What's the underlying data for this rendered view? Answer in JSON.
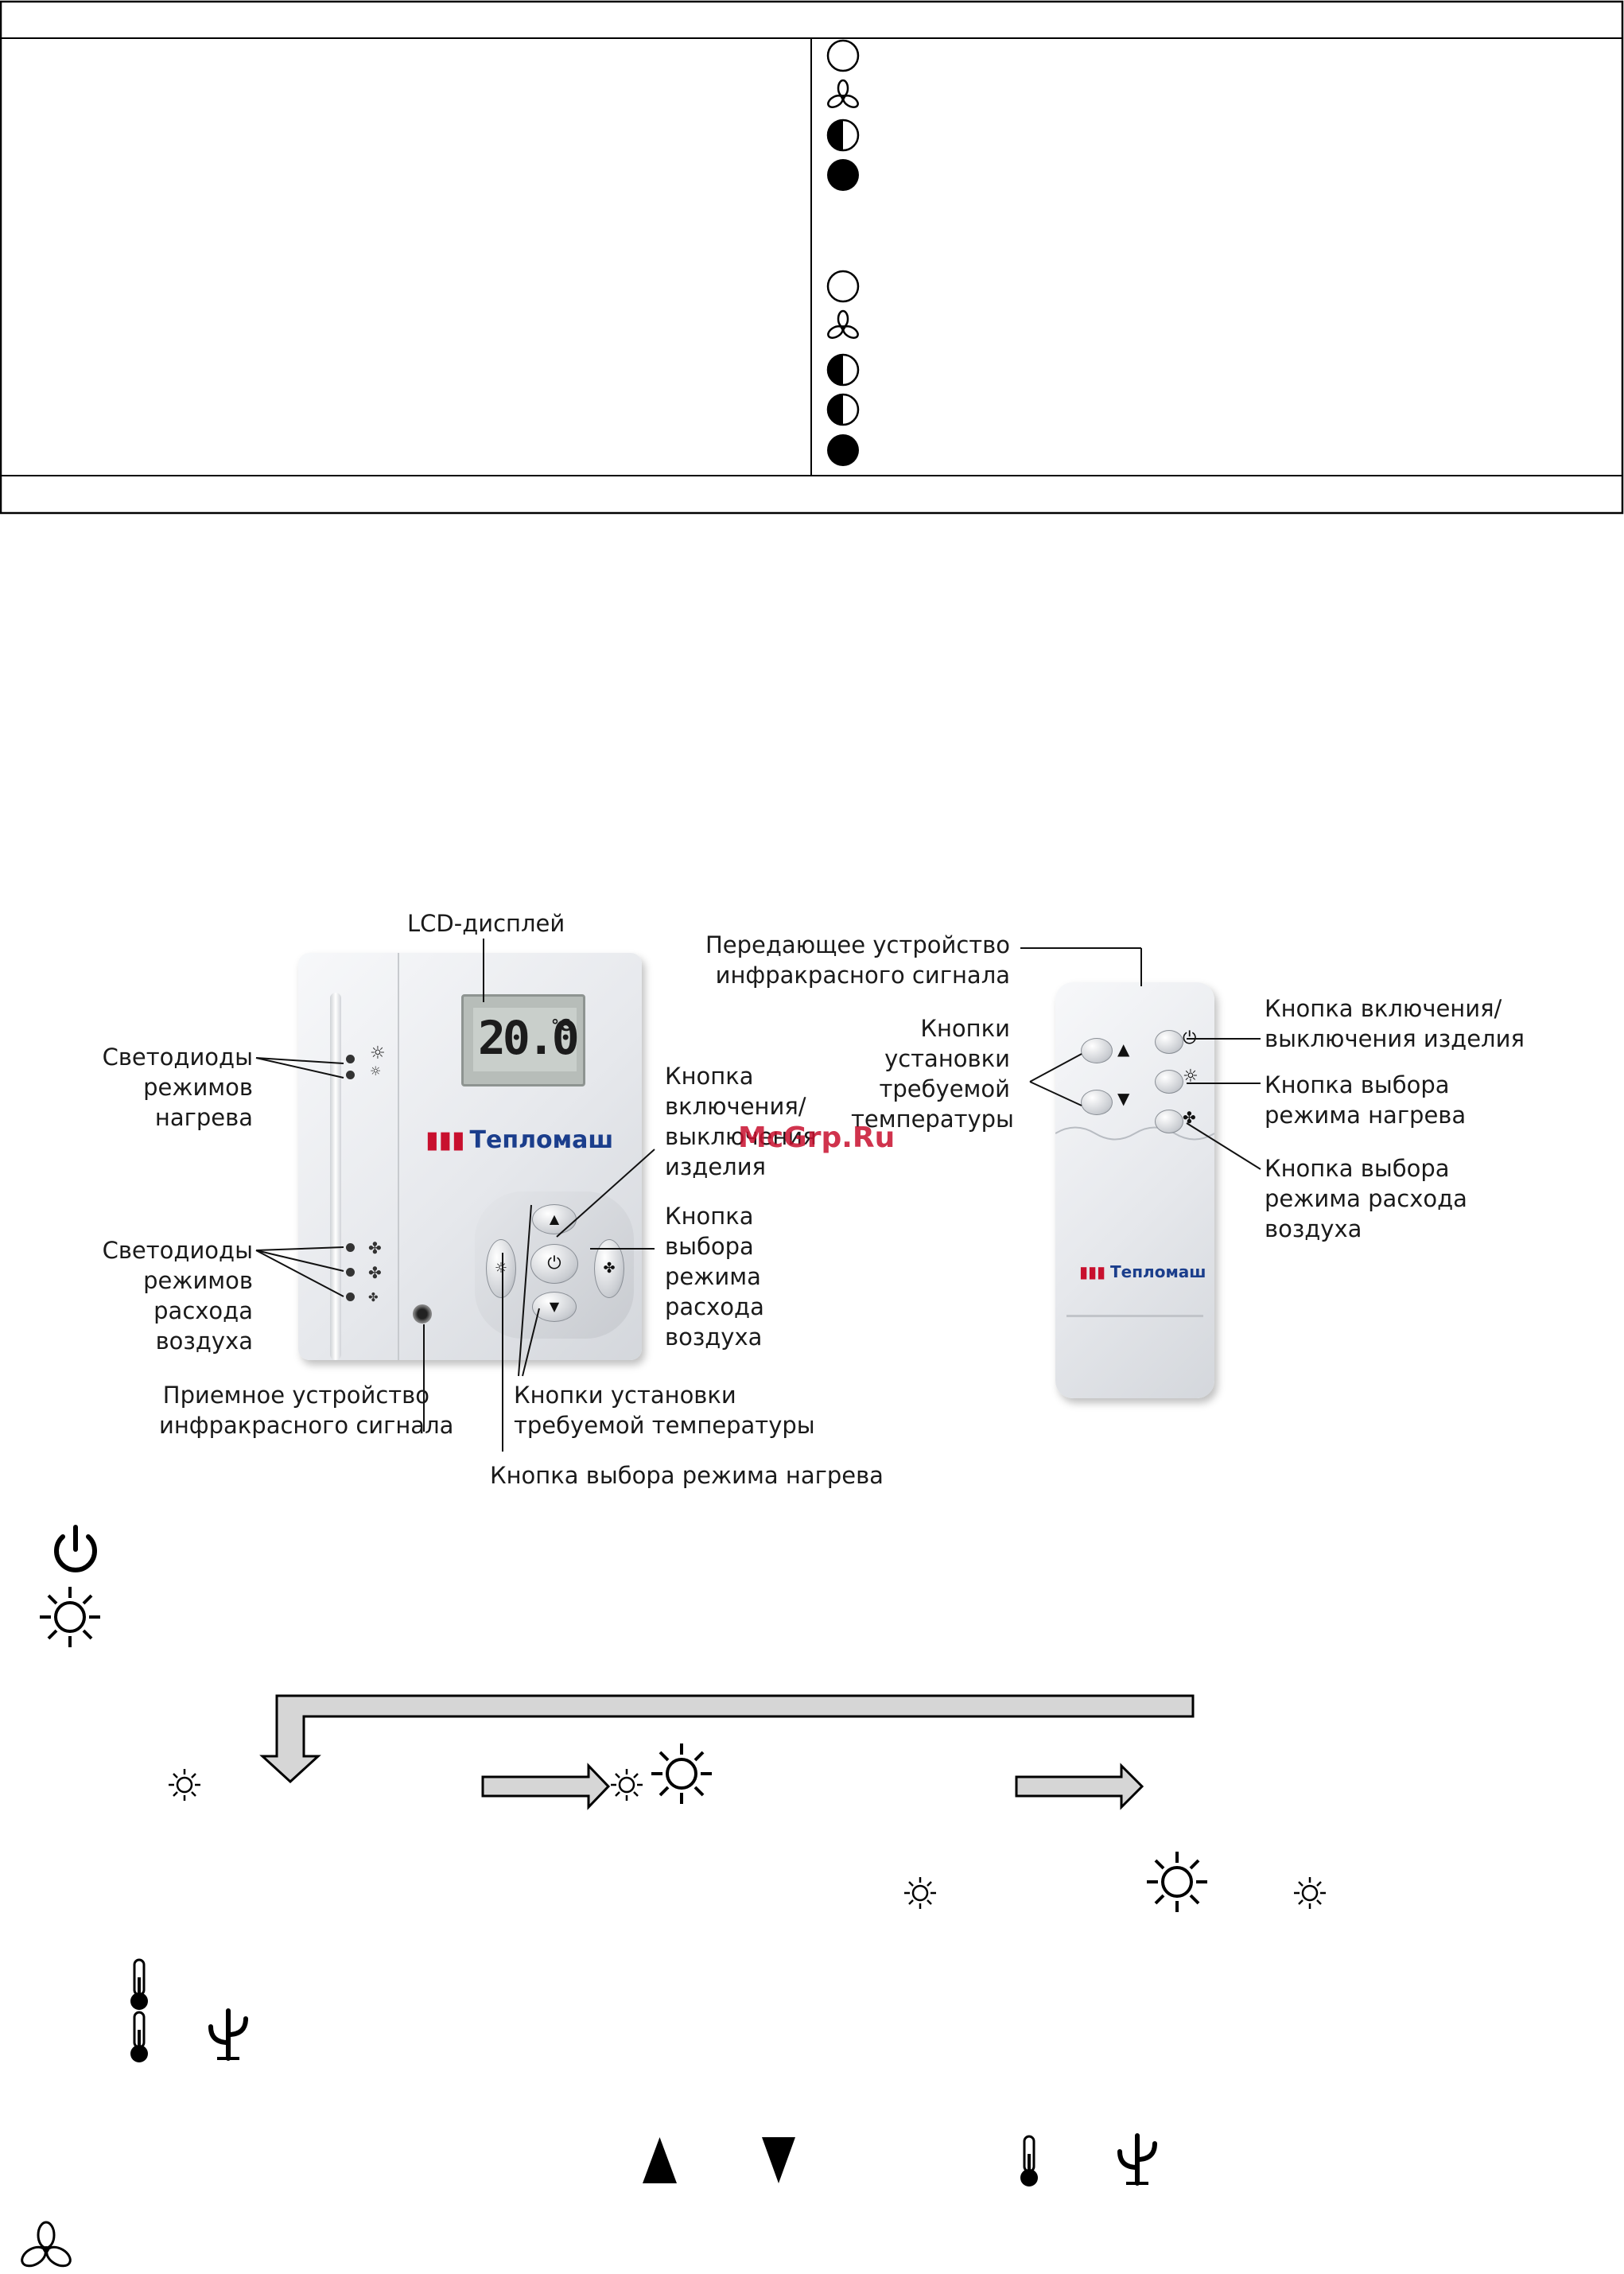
{
  "thermostat": {
    "lcd_value": "20.0",
    "lcd_unit": "°C",
    "brand": "Тепломаш"
  },
  "remote": {
    "brand": "Тепломаш"
  },
  "labels": {
    "lcd": "LCD-дисплей",
    "heat_leds": [
      "Светодиоды",
      "режимов",
      "нагрева"
    ],
    "air_leds": [
      "Светодиоды",
      "режимов",
      "расхода",
      "воздуха"
    ],
    "ir_receiver": [
      "Приемное устройство",
      "инфракрасного сигнала"
    ],
    "power_btn": [
      "Кнопка",
      "включения/",
      "выключения",
      "изделия"
    ],
    "air_btn": [
      "Кнопка",
      "выбора",
      "режима",
      "расхода",
      "воздуха"
    ],
    "temp_btns": [
      "Кнопки установки",
      "требуемой температуры"
    ],
    "heat_btn": "Кнопка выбора режима нагрева",
    "ir_transmitter": [
      "Передающее устройство",
      "инфракрасного сигнала"
    ],
    "remote_temp_btns": [
      "Кнопки",
      "установки",
      "требуемой",
      "температуры"
    ],
    "remote_power": [
      "Кнопка включения/",
      "выключения изделия"
    ],
    "remote_heat": [
      "Кнопка выбора",
      "режима нагрева"
    ],
    "remote_air": [
      "Кнопка выбора",
      "режима расхода",
      "воздуха"
    ]
  },
  "watermark": "McGrp.Ru",
  "icons": {
    "table_left_group": [
      "empty-circle-icon",
      "fan-icon",
      "half-circle-icon",
      "filled-circle-icon"
    ],
    "table_right_group": [
      "empty-circle-icon",
      "fan-icon",
      "half-circle-icon",
      "half-circle-icon",
      "filled-circle-icon"
    ]
  },
  "colors": {
    "brand_blue": "#1b3e8c",
    "brand_red": "#c8102e",
    "arrow_fill": "#d6d6d6"
  }
}
